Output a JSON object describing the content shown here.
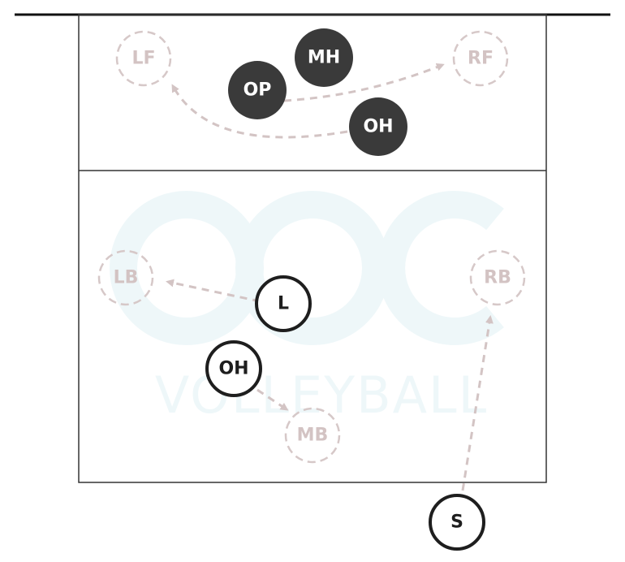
{
  "colors": {
    "net": "#111111",
    "court_line": "#333333",
    "dashed_position": "#d6c8c8",
    "dashed_label": "#d3c3c3",
    "arrow": "#d3c4c4",
    "filled_player": "#3a3a3a",
    "filled_label": "#ffffff",
    "outline_player": "#1e1e1e",
    "watermark": "#eef7f9"
  },
  "watermark": {
    "logo_text": "aoc",
    "text": "VOLLEYBALL"
  },
  "front_positions": {
    "lf": "LF",
    "rf": "RF"
  },
  "back_positions": {
    "lb": "LB",
    "rb": "RB",
    "mb": "MB"
  },
  "front_players": {
    "mh": "MH",
    "op": "OP",
    "oh": "OH"
  },
  "back_players": {
    "l": "L",
    "oh": "OH",
    "s": "S"
  }
}
